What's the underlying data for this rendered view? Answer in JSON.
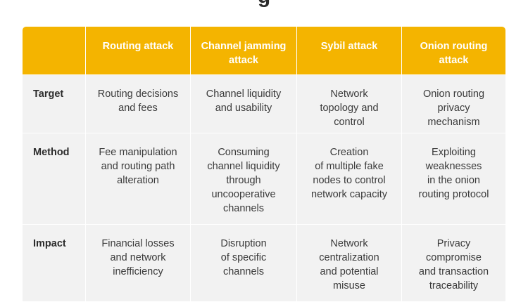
{
  "title_fragment": "g",
  "table": {
    "headers": [
      "",
      "Routing attack",
      "Channel jamming\nattack",
      "Sybil attack",
      "Onion routing\nattack"
    ],
    "rows": [
      {
        "label": "Target",
        "cells": [
          "Routing decisions\nand fees",
          "Channel liquidity\nand usability",
          "Network\ntopology and\ncontrol",
          "Onion routing\nprivacy\nmechanism"
        ]
      },
      {
        "label": "Method",
        "cells": [
          "Fee manipulation\nand routing path\nalteration",
          "Consuming\nchannel liquidity\nthrough\nuncooperative\nchannels",
          "Creation\nof multiple fake\nnodes to control\nnetwork capacity",
          "Exploiting\nweaknesses\nin the onion\nrouting protocol"
        ]
      },
      {
        "label": "Impact",
        "cells": [
          "Financial losses\nand network\ninefficiency",
          "Disruption\nof specific\nchannels",
          "Network\ncentralization\nand potential\nmisuse",
          "Privacy\ncompromise\nand transaction\ntraceability"
        ]
      }
    ]
  },
  "colors": {
    "header_bg": "#f4b400",
    "cell_bg": "#f2f2f2"
  }
}
